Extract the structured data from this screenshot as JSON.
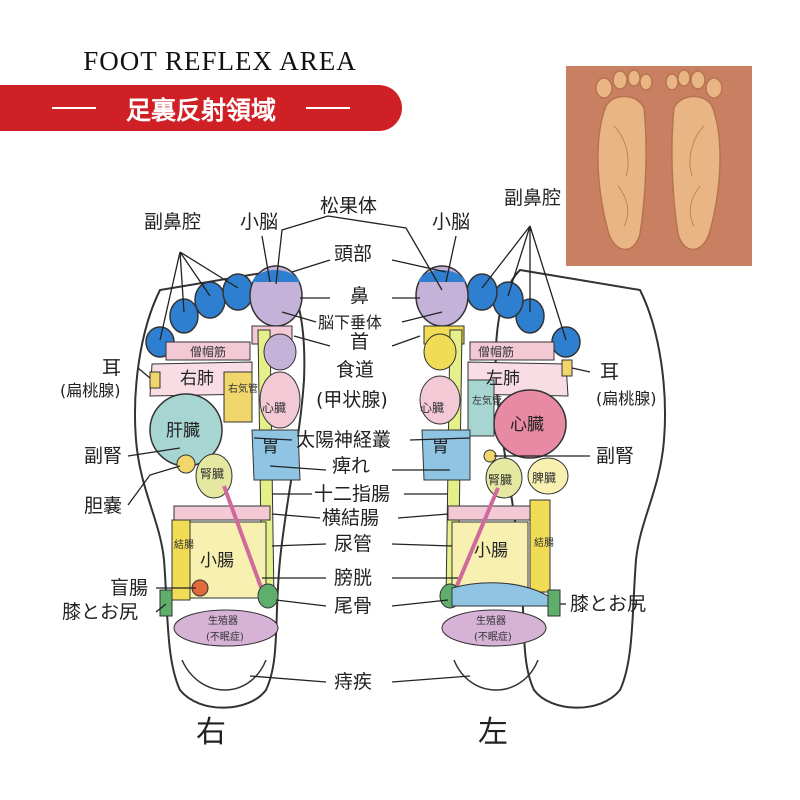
{
  "header": {
    "title": "FOOT REFLEX AREA",
    "subtitle": "足裏反射領域"
  },
  "colors": {
    "banner": "#cf2026",
    "toes": "#2f7fd0",
    "sinus": "#3a6fc8",
    "brain": "#c5b2d9",
    "lung": "#f4c9d6",
    "heart": "#e98aa5",
    "liver": "#a7d6d2",
    "stomach": "#8fc5e3",
    "kidney": "#e5e8a0",
    "intestine": "#f7f0b0",
    "colon": "#f0dd55",
    "bladder": "#d06a9b",
    "reproductive": "#d6b3d6",
    "gallbladder": "#f1d66b",
    "spine": "#e6f08a"
  },
  "center_labels": [
    "松果体",
    "頭部",
    "鼻",
    "脳下垂体",
    "首",
    "食道",
    "(甲状腺)",
    "太陽神経叢",
    "痺れ",
    "十二指腸",
    "横結腸",
    "尿管",
    "膀胱",
    "尾骨",
    "痔疾"
  ],
  "right_foot": {
    "side_label": "右",
    "left_labels": [
      "副鼻腔",
      "小脳",
      "耳",
      "(扁桃腺)",
      "副腎",
      "胆嚢",
      "盲腸",
      "膝とお尻"
    ],
    "organs": [
      "僧帽筋",
      "右肺",
      "右気管",
      "心臓",
      "肝臓",
      "胃",
      "腎臓",
      "小腸",
      "結腸",
      "生殖器",
      "(不眠症)"
    ]
  },
  "left_foot": {
    "side_label": "左",
    "right_labels": [
      "副鼻腔",
      "小脳",
      "耳",
      "(扁桃腺)",
      "副腎",
      "膝とお尻"
    ],
    "organs": [
      "僧帽筋",
      "左肺",
      "心臓",
      "左気管",
      "心臓",
      "胃",
      "腎臓",
      "脾臓",
      "小腸",
      "結腸",
      "生殖器",
      "(不眠症)"
    ]
  },
  "photo": {
    "icon": "foot-reflexology-photo"
  }
}
